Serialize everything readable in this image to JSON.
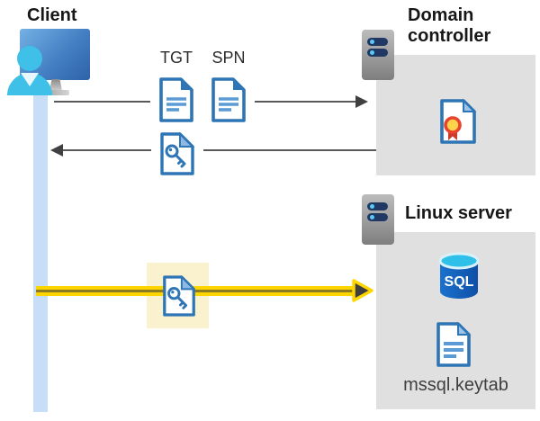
{
  "labels": {
    "client": "Client",
    "tgt": "TGT",
    "spn": "SPN",
    "domain_controller": "Domain controller",
    "linux_server": "Linux server",
    "sql": "SQL",
    "keytab_file": "mssql.keytab"
  },
  "icons": [
    "client-monitor-user-icon",
    "tgt-document-icon",
    "spn-document-icon",
    "service-ticket-key-icon",
    "domain-controller-server-icon",
    "certificate-icon",
    "linux-server-icon",
    "sql-database-icon",
    "keytab-file-icon",
    "highlighted-key-ticket-icon"
  ],
  "colors": {
    "icon_blue": "#2E75B6",
    "icon_blue_light": "#5B9BD5",
    "fold_light_blue": "#9DC3E6",
    "box_gray": "#E0E0E0",
    "lifeline_blue": "#C7DDF8",
    "arrow_gray": "#404040",
    "arrow_yellow": "#FFD500",
    "arrow_core_olive": "#8E7A1E",
    "highlight_yellow": "#FAF2CE",
    "server_navy": "#1F3864",
    "server_dot_cyan": "#5BC8F5",
    "person_cyan": "#3EC0E8",
    "sql_body_blue": "#1358B0",
    "sql_top_cyan": "#2EC0E8",
    "cert_seal_yellow": "#FFD24C",
    "cert_seal_red": "#E8432D"
  }
}
